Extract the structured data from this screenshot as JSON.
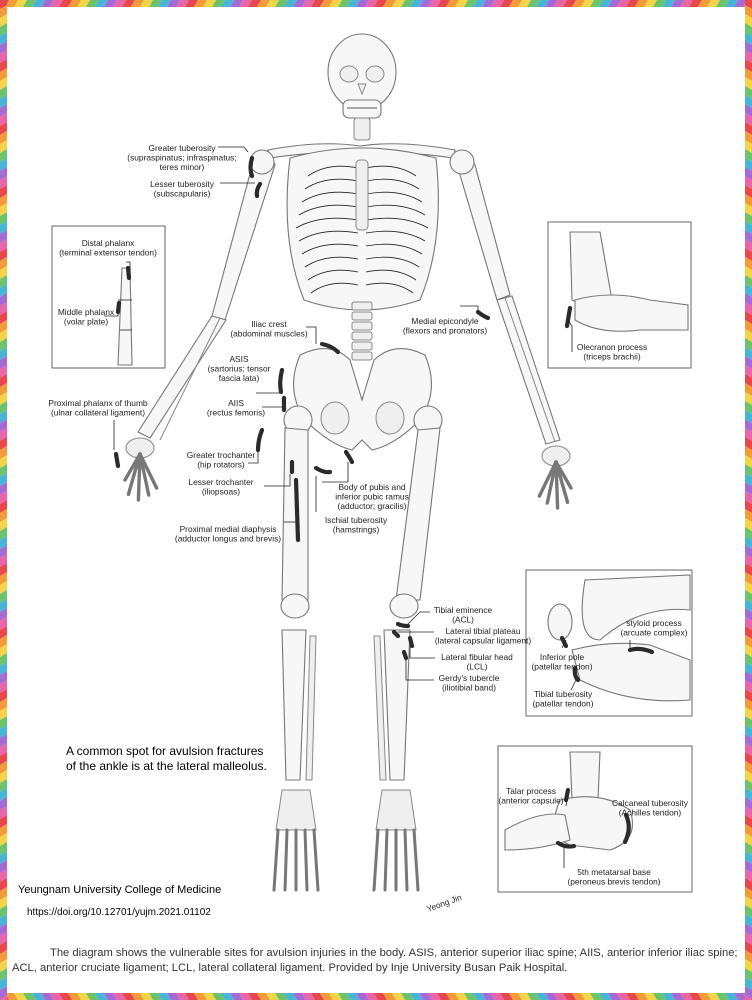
{
  "border": {
    "colors": [
      "#e8484c",
      "#f39a3a",
      "#f6d44a",
      "#6cc36b",
      "#48b5d6",
      "#a46ad6",
      "#e865a8"
    ]
  },
  "labels": {
    "greater_tuberosity": [
      "Greater tuberosity",
      "(supraspinatus; infraspinatus;",
      "teres minor)"
    ],
    "lesser_tuberosity": [
      "Lesser tuberosity",
      "(subscapularis)"
    ],
    "distal_phalanx": [
      "Distal phalanx",
      "(terminal extensor tendon)"
    ],
    "middle_phalanx": [
      "Middle phalanx",
      "(volar plate)"
    ],
    "proximal_phalanx_thumb": [
      "Proximal phalanx of thumb",
      "(ulnar collateral ligament)"
    ],
    "iliac_crest": [
      "Iliac crest",
      "(abdominal muscles)"
    ],
    "asis": [
      "ASIS",
      "(sartorius; tensor",
      "fascia lata)"
    ],
    "aiis": [
      "AIIS",
      "(rectus femoris)"
    ],
    "greater_trochanter": [
      "Greater trochanter",
      "(hip rotators)"
    ],
    "lesser_trochanter": [
      "Lesser trochanter",
      "(iliopsoas)"
    ],
    "body_pubis": [
      "Body of pubis and",
      "inferior pubic ramus",
      "(adductor; gracilis)"
    ],
    "ischial_tuberosity": [
      "Ischial tuberosity",
      "(hamstrings)"
    ],
    "proximal_medial_diaphysis": [
      "Proximal medial diaphysis",
      "(adductor longus and brevis)"
    ],
    "medial_epicondyle": [
      "Medial epicondyle",
      "(flexors and pronators)"
    ],
    "olecranon": [
      "Olecranon process",
      "(triceps brachii)"
    ],
    "tibial_eminence": [
      "Tibial eminence",
      "(ACL)"
    ],
    "lateral_tibial_plateau": [
      "Lateral tibial plateau",
      "(lateral capsular ligament)"
    ],
    "lateral_fibular_head": [
      "Lateral fibular head",
      "(LCL)"
    ],
    "gerdys_tubercle": [
      "Gerdy's tubercle",
      "(iliotibial band)"
    ],
    "styloid_process": [
      "styloid process",
      "(arcuate complex)"
    ],
    "inferior_pole": [
      "Inferior pole",
      "(patellar tendon)"
    ],
    "tibial_tuberosity": [
      "Tibial tuberosity",
      "(patellar tendon)"
    ],
    "talar_process": [
      "Talar process",
      "(anterior capsule)"
    ],
    "calcaneal_tuberosity": [
      "Calcaneal tuberosity",
      "(Achilles tendon)"
    ],
    "fifth_metatarsal": [
      "5th metatarsal base",
      "(peroneus brevis tendon)"
    ]
  },
  "note": "A common spot for avulsion fractures\nof the ankle is at the lateral malleolus.",
  "source": {
    "institution": "Yeungnam University College of Medicine",
    "doi": "https://doi.org/10.12701/yujm.2021.01102"
  },
  "caption": "The diagram shows the vulnerable sites for avulsion injuries in the body. ASIS, anterior superior iliac spine; AIIS, anterior inferior iliac spine; ACL, anterior cruciate ligament; LCL, lateral collateral ligament. Provided by Inje University Busan Paik Hospital."
}
